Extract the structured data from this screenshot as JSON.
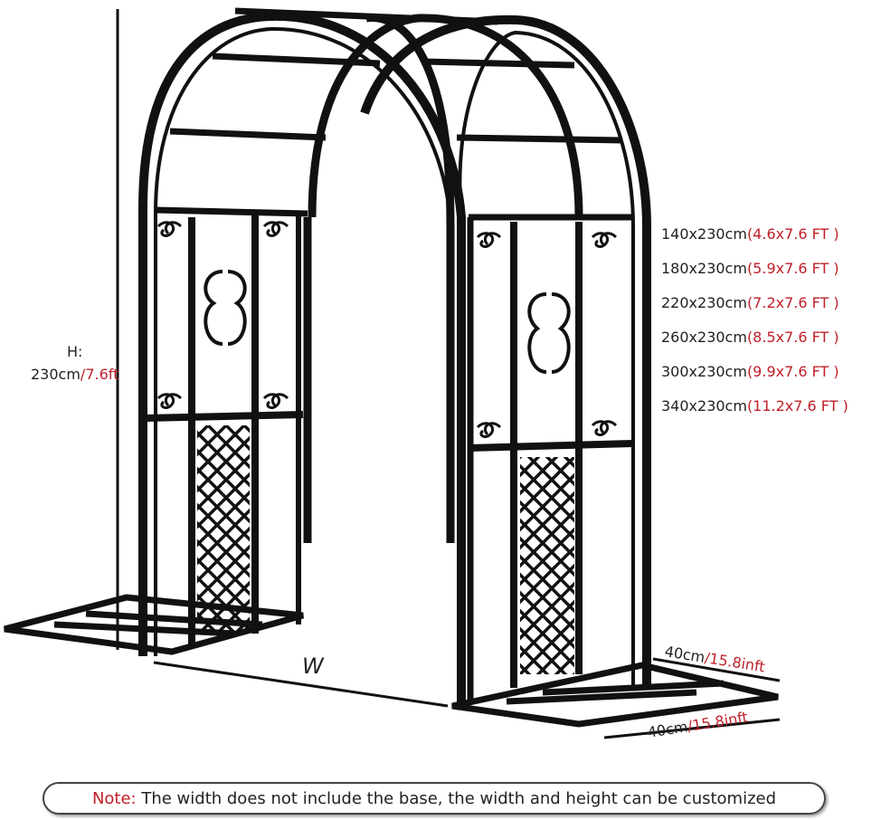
{
  "height_label": {
    "prefix": "H:",
    "metric": "230cm",
    "imperial": "/7.6ft"
  },
  "width_letter": "W",
  "depth_labels": [
    {
      "metric": "40cm",
      "imperial": "/15.8inft"
    },
    {
      "metric": "40cm",
      "imperial": "/15.8inft"
    }
  ],
  "sizes": [
    {
      "metric": "140x230cm",
      "imperial": "(4.6x7.6 FT )"
    },
    {
      "metric": "180x230cm",
      "imperial": "(5.9x7.6 FT )"
    },
    {
      "metric": "220x230cm",
      "imperial": "(7.2x7.6 FT )"
    },
    {
      "metric": "260x230cm",
      "imperial": "(8.5x7.6 FT )"
    },
    {
      "metric": "300x230cm",
      "imperial": "(9.9x7.6 FT )"
    },
    {
      "metric": "340x230cm",
      "imperial": "(11.2x7.6 FT )"
    }
  ],
  "note": {
    "label": "Note:",
    "text": " The width does not include the base, the width and height can be customized"
  },
  "colors": {
    "frame": "#111111",
    "accent": "#c0202a",
    "text": "#222222"
  }
}
